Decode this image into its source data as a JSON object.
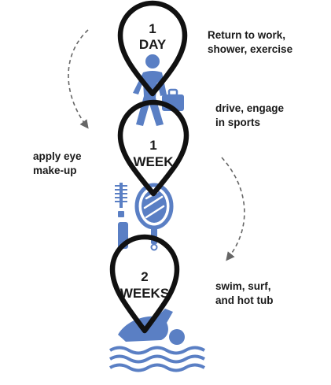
{
  "stages": [
    {
      "number": "1",
      "unit": "DAY",
      "caption": "Return to work,\nshower, exercise",
      "icon": "walking-person-briefcase-icon"
    },
    {
      "number": "",
      "unit": "",
      "caption": "drive, engage\nin sports",
      "icon": ""
    },
    {
      "number": "1",
      "unit": "WEEK",
      "caption": "apply eye\nmake-up",
      "icon": "mascara-mirror-icon"
    },
    {
      "number": "2",
      "unit": "WEEKS",
      "caption": "swim, surf,\nand hot tub",
      "icon": "swimmer-waves-icon"
    }
  ],
  "colors": {
    "icon": "#5a7fc4",
    "pin": "#111111",
    "arrow": "#666666",
    "text": "#1a1a1a"
  }
}
